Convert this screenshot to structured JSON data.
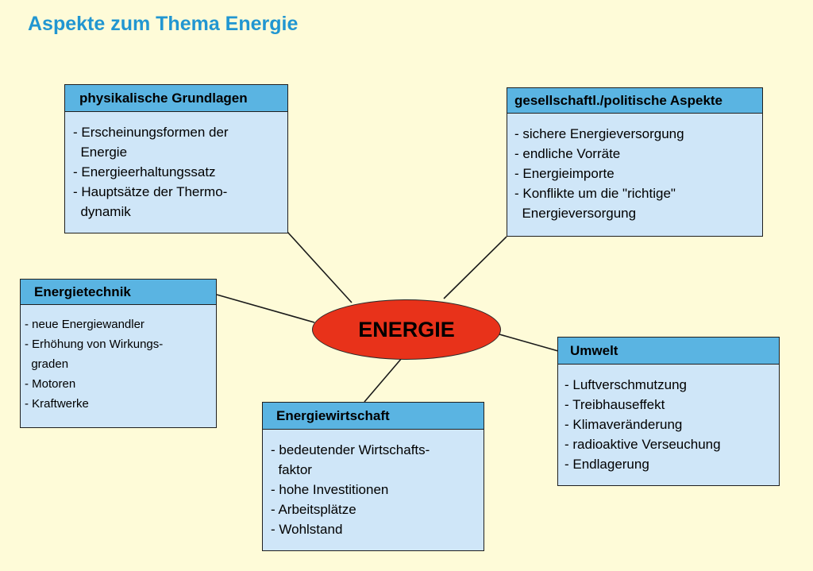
{
  "title": "Aspekte zum Thema Energie",
  "center": {
    "label": "ENERGIE",
    "fill_color": "#e8321a"
  },
  "colors": {
    "background": "#fefbd8",
    "title": "#2196d1",
    "box_header": "#5ab4e2",
    "box_body": "#cfe6f8"
  },
  "boxes": {
    "physik": {
      "heading": "physikalische Grundlagen",
      "items": [
        "- Erscheinungsformen der",
        "  Energie",
        "- Energieerhaltungssatz",
        "- Hauptsätze der Thermo-",
        "  dynamik"
      ]
    },
    "gesell": {
      "heading": "gesellschaftl./politische Aspekte",
      "items": [
        "- sichere Energieversorgung",
        "- endliche Vorräte",
        "- Energieimporte",
        "- Konflikte um die \"richtige\"",
        "  Energieversorgung"
      ]
    },
    "technik": {
      "heading": "Energietechnik",
      "items": [
        "- neue Energiewandler",
        "- Erhöhung von Wirkungs-",
        "  graden",
        "- Motoren",
        "- Kraftwerke"
      ]
    },
    "umwelt": {
      "heading": "Umwelt",
      "items": [
        "- Luftverschmutzung",
        "- Treibhauseffekt",
        "- Klimaveränderung",
        "- radioaktive Verseuchung",
        "- Endlagerung"
      ]
    },
    "wirtschaft": {
      "heading": "Energiewirtschaft",
      "items": [
        "- bedeutender Wirtschafts-",
        "  faktor",
        "- hohe Investitionen",
        "- Arbeitsplätze",
        "- Wohlstand"
      ]
    }
  }
}
